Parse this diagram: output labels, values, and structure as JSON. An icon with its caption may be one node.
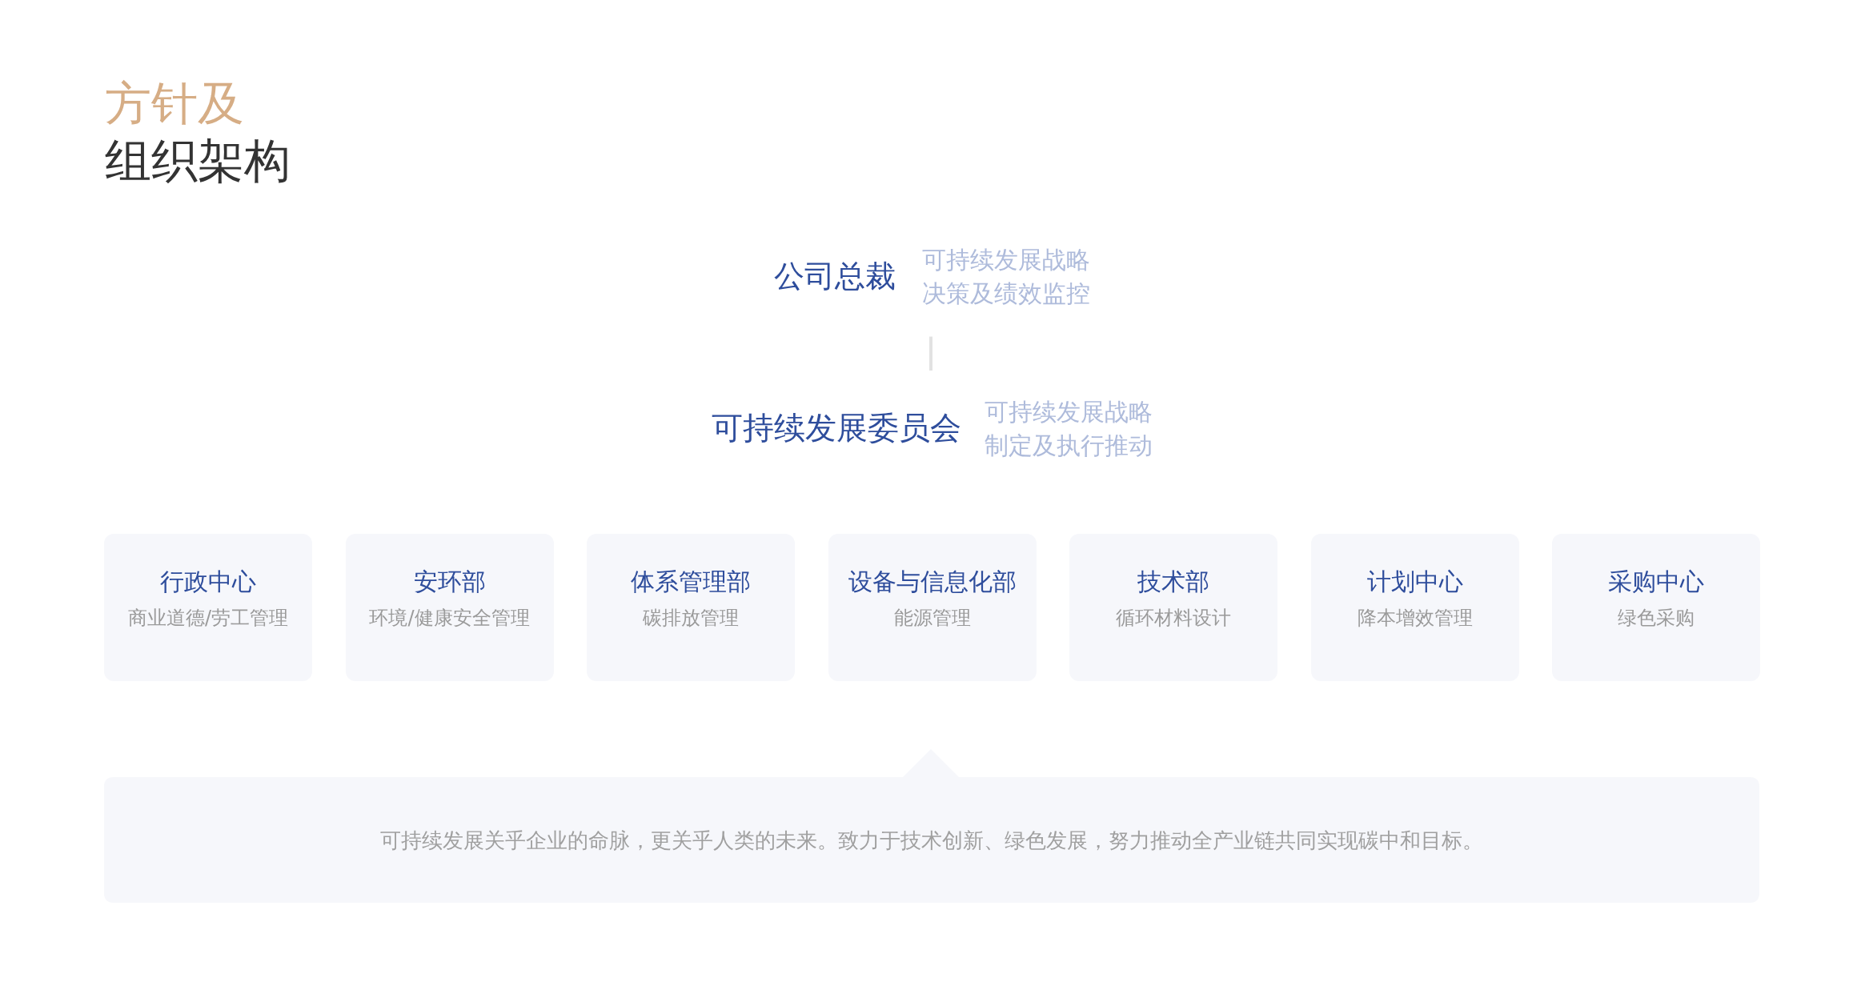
{
  "diagram": {
    "title": "方针及组织架构",
    "nodes": [
      {
        "text": [
          "公司总裁"
        ],
        "beside": [
          "可持续发展战略决策及绩效监控"
        ]
      },
      {
        "text": [
          "可持续发展委员会"
        ],
        "beside": [
          "可持续发展战略制定及执行推动"
        ]
      },
      {
        "text": [
          "行政中心",
          "商业道德/劳工管理"
        ]
      },
      {
        "text": [
          "安环部",
          "环境/健康安全管理"
        ]
      },
      {
        "text": [
          "体系管理部",
          "碳排放管理"
        ]
      },
      {
        "text": [
          "设备与信息化部",
          "能源管理"
        ]
      },
      {
        "text": [
          "技术部",
          "循环材料设计"
        ]
      },
      {
        "text": [
          "计划中心",
          "降本增效管理"
        ]
      },
      {
        "text": [
          "采购中心",
          "绿色采购"
        ]
      },
      {
        "text": [
          "可持续发展关乎企业的命脉，更关乎人类的未来。致力于技术创新、绿色发展，努力推动全产业链共同实现碳中和目标。"
        ]
      }
    ],
    "edges": [
      {
        "from": 0,
        "to": 1,
        "arrow": "none"
      }
    ]
  }
}
